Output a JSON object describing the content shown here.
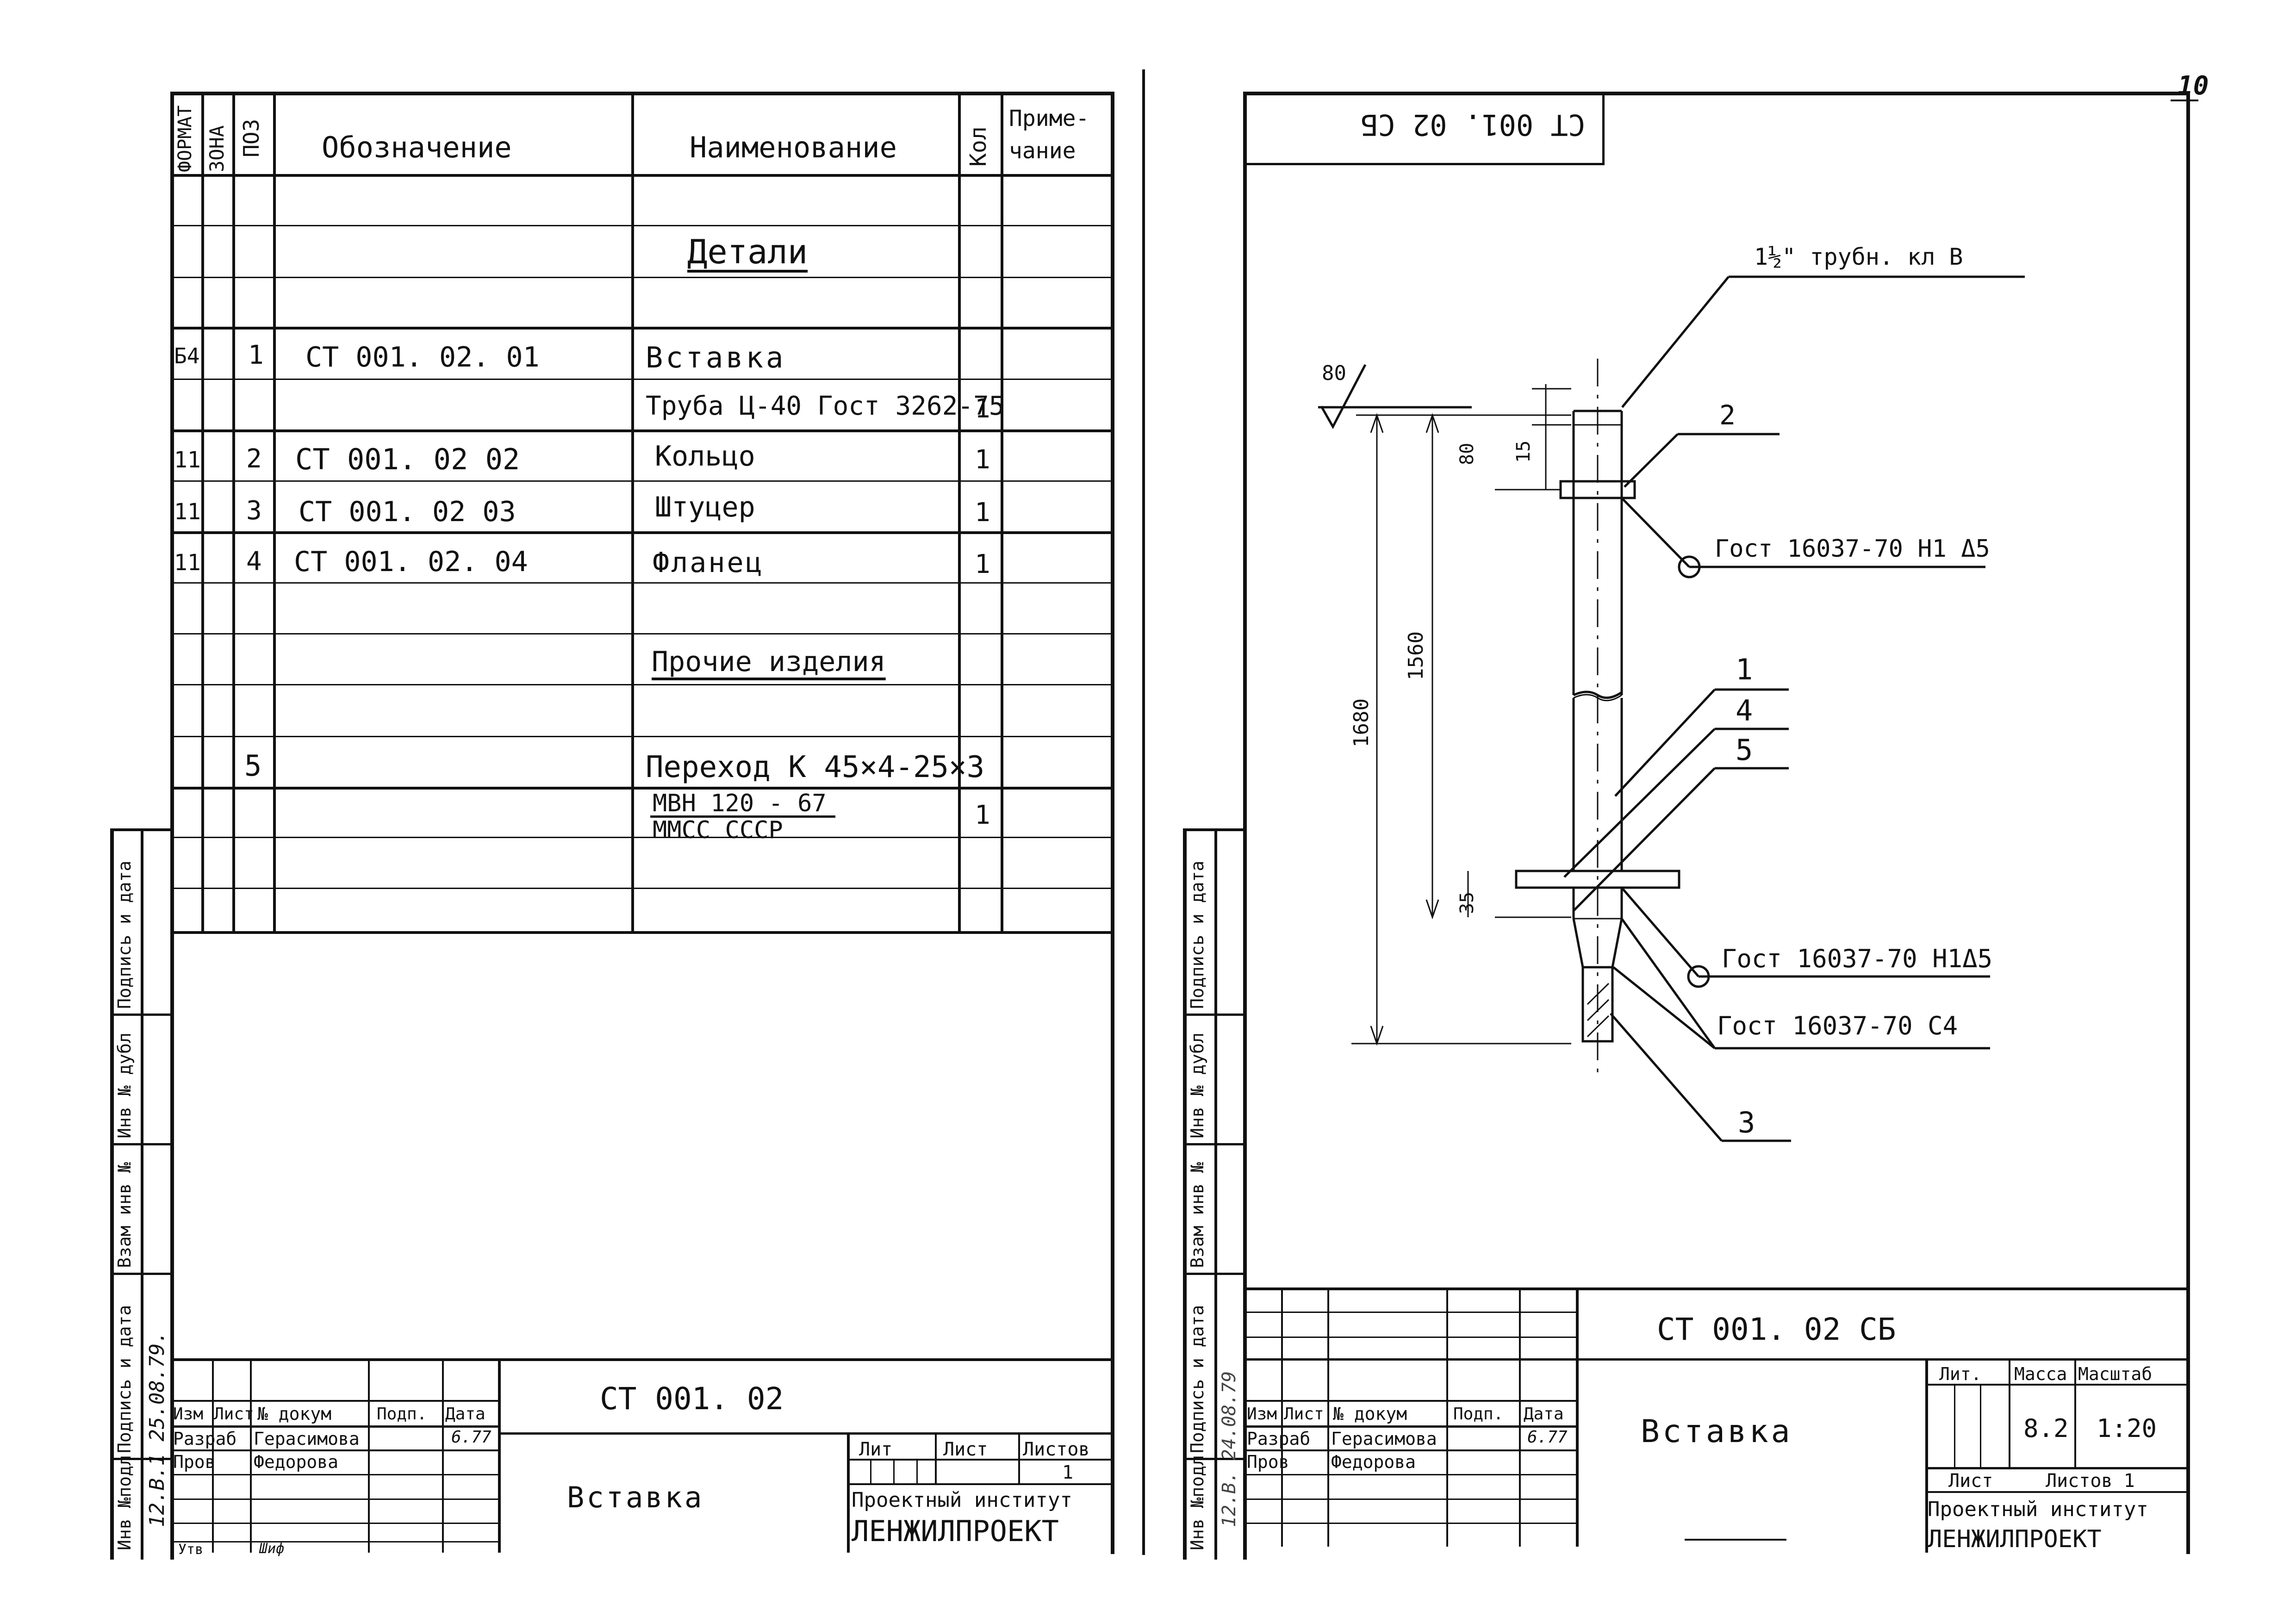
{
  "page_number": "10",
  "spec": {
    "headers": {
      "format": "ФОРМАТ",
      "zone": "ЗОНА",
      "pos": "ПОЗ",
      "designation": "Обозначение",
      "name": "Наименование",
      "qty": "Кол",
      "note": "Приме-\nчание"
    },
    "section_details": "Детали",
    "rows": [
      {
        "format": "Б4",
        "pos": "1",
        "designation": "СТ 001. 02. 01",
        "name": "Вставка",
        "qty": ""
      },
      {
        "format": "",
        "pos": "",
        "designation": "",
        "name": "Труба Ц-40 Гост 3262-75",
        "qty": "1"
      },
      {
        "format": "11",
        "pos": "2",
        "designation": "СТ 001. 02 02",
        "name": "Кольцо",
        "qty": "1"
      },
      {
        "format": "11",
        "pos": "3",
        "designation": "СТ 001. 02 03",
        "name": "Штуцер",
        "qty": "1"
      },
      {
        "format": "11",
        "pos": "4",
        "designation": "СТ 001. 02. 04",
        "name": "Фланец",
        "qty": "1"
      }
    ],
    "section_other": "Прочие изделия",
    "other_row": {
      "pos": "5",
      "name": "Переход К 45×4-25×3",
      "std_line1": "МВН 120 - 67",
      "std_line2": "ММСС СССР",
      "qty": "1"
    }
  },
  "side_strip": {
    "l1": "Инв №подл",
    "l2": "Подпись и дата",
    "l3": "Взам инв №",
    "l4": "Инв № дубл",
    "l5": "Подпись и дата",
    "sig1": "12.В.1 25.08.79.",
    "sig2": "12.В. 24.08.79"
  },
  "title_left": {
    "code": "СТ 001. 02",
    "name": "Вставка",
    "col_izm": "Изм",
    "col_list": "Лист",
    "col_doc": "№ докум",
    "col_sign": "Подп.",
    "col_date": "Дата",
    "role1": "Разраб",
    "person1": "Герасимова",
    "date1": "6.77",
    "role2": "Пров",
    "person2": "Федорова",
    "role3": "Утв",
    "person3": "Шиф",
    "lit": "Лит",
    "list": "Лист",
    "listov": "Листов",
    "listov_val": "1",
    "org1": "Проектный институт",
    "org2": "ЛЕНЖИЛПРОЕКТ"
  },
  "drawing": {
    "stamp_code": "СТ 001. 02 СБ",
    "roughness": "80",
    "label_pipe": "1½\" трубн. кл В",
    "callouts": [
      "2",
      "1",
      "4",
      "5",
      "3"
    ],
    "weld1": "Гост 16037-70 Н1 Δ5",
    "weld2": "Гост 16037-70 Н1Δ5",
    "weld3": "Гост 16037-70 С4",
    "dims": [
      "80",
      "15",
      "1560",
      "1680",
      "35"
    ]
  },
  "title_right": {
    "code": "СТ 001. 02 СБ",
    "name": "Вставка",
    "col_izm": "Изм",
    "col_list": "Лист",
    "col_doc": "№ докум",
    "col_sign": "Подп.",
    "col_date": "Дата",
    "role1": "Разраб",
    "person1": "Герасимова",
    "date1": "6.77",
    "role2": "Пров",
    "person2": "Федорова",
    "lit": "Лит.",
    "massa": "Масса",
    "masshtab": "Масштаб",
    "mass_val": "8.2",
    "scale_val": "1:20",
    "list": "Лист",
    "listov": "Листов 1",
    "org1": "Проектный институт",
    "org2": "ЛЕНЖИЛПРОЕКТ"
  }
}
